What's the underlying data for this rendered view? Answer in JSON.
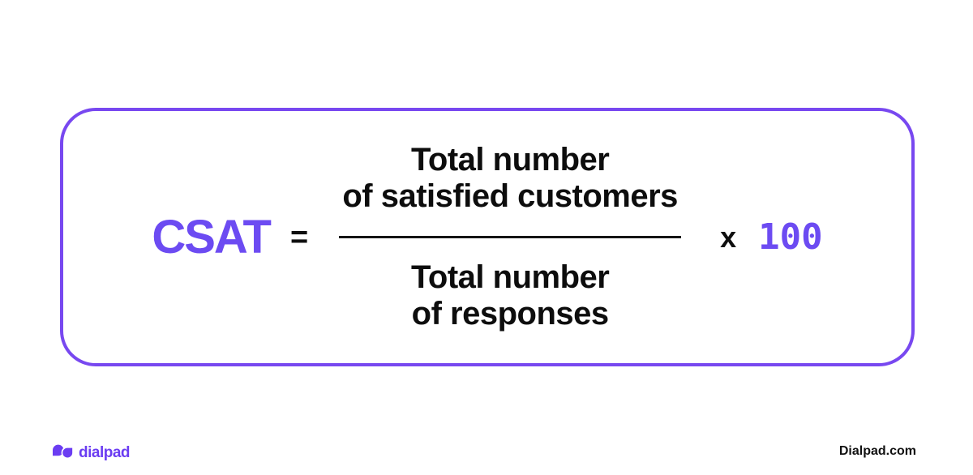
{
  "formula": {
    "result_label": "CSAT",
    "equals": "=",
    "numerator_line1": "Total number",
    "numerator_line2": "of satisfied customers",
    "denominator_line1": "Total number",
    "denominator_line2": "of responses",
    "multiply_sign": "x",
    "multiplier": "100"
  },
  "footer": {
    "brand_name": "dialpad",
    "website": "Dialpad.com"
  },
  "colors": {
    "brand_purple_border": "#7848F0",
    "accent_purple_text": "#6C4BF2",
    "logo_purple": "#6B3DF2",
    "text_black": "#0d0d0d",
    "background": "#FFFFFF"
  }
}
